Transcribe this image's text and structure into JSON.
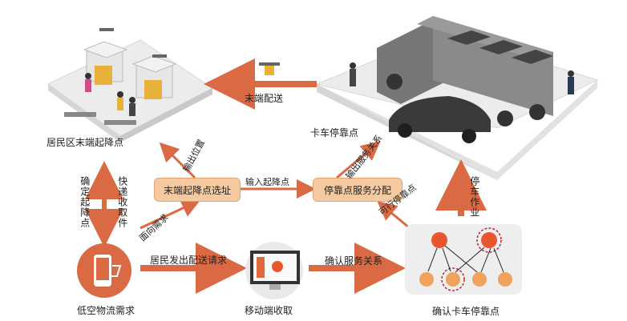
{
  "colors": {
    "arrow": "#d96a43",
    "box_fill": "#f6caa0",
    "box_border": "#e3a574",
    "node": "#e8562e",
    "node_light": "#f1a25c",
    "truck": "#7a7a7a",
    "panel": "#eeeeee"
  },
  "labels": {
    "residential": "居民区末端起降点",
    "truck_stop": "卡车停靠点",
    "last_mile": "末端配送",
    "terminal_select": "末端起降点选址",
    "stop_assign": "停靠点服务分配",
    "input_point": "输入起降点",
    "output_location": "输出位置",
    "output_service": "输出服务关系",
    "feasible_stop": "可行停靠点",
    "face_demand": "面向需求",
    "confirm_point": "确定起降点",
    "express_pickup": "快递收取件",
    "parking_work": "停车作业",
    "resident_request": "居民发出配送请求",
    "confirm_service": "确认服务关系",
    "low_altitude_demand": "低空物流需求",
    "mobile_receive": "移动端收取",
    "confirm_truck_stop": "确认卡车停靠点"
  }
}
